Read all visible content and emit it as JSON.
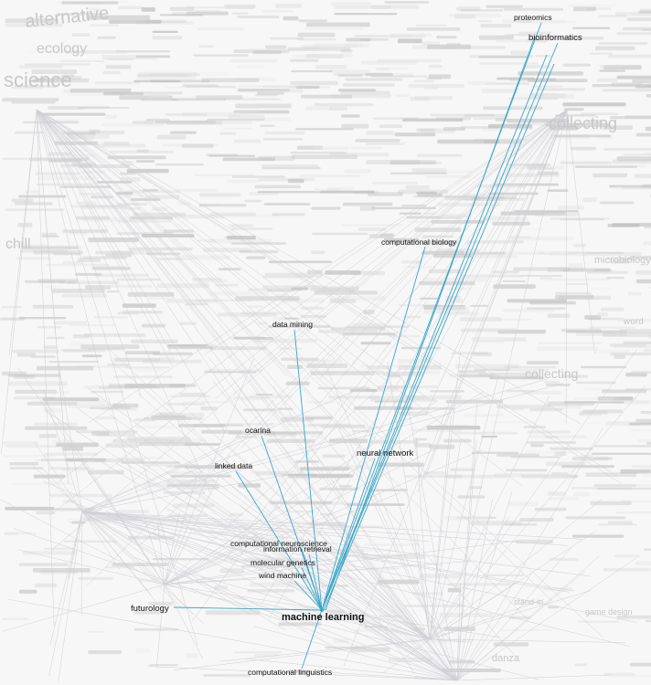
{
  "graph": {
    "accent_color": "#3aa6c8",
    "center_node": "machine learning",
    "nodes": [
      {
        "id": "proteomics",
        "label": "proteomics"
      },
      {
        "id": "bioinformatics",
        "label": "bioinformatics"
      },
      {
        "id": "computational-biology",
        "label": "computational biology"
      },
      {
        "id": "data-mining",
        "label": "data mining"
      },
      {
        "id": "neural-network",
        "label": "neural network"
      },
      {
        "id": "ocarina",
        "label": "ocarina"
      },
      {
        "id": "linked-data",
        "label": "linked data"
      },
      {
        "id": "computational-neuroscience",
        "label": "computational neuroscience"
      },
      {
        "id": "information-retrieval",
        "label": "information retrieval"
      },
      {
        "id": "molecular-genetics",
        "label": "molecular genetics"
      },
      {
        "id": "wind-machine",
        "label": "wind machine"
      },
      {
        "id": "futurology",
        "label": "futurology"
      },
      {
        "id": "machine-learning",
        "label": "machine learning"
      },
      {
        "id": "computational-linguistics",
        "label": "computational linguistics"
      }
    ],
    "background_terms": [
      {
        "text": "alternative"
      },
      {
        "text": "ecology"
      },
      {
        "text": "science"
      },
      {
        "text": "collecting"
      },
      {
        "text": "microbiology"
      },
      {
        "text": "word"
      },
      {
        "text": "danza"
      },
      {
        "text": "stand-in"
      },
      {
        "text": "collecting"
      },
      {
        "text": "game design"
      },
      {
        "text": "chill"
      }
    ]
  }
}
